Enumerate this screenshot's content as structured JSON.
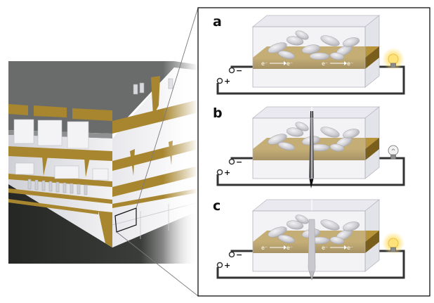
{
  "panels": [
    {
      "label": "a",
      "state": "intact",
      "bulb_lit": true,
      "electron_labels": [
        "e⁻",
        "e⁻",
        "e⁻",
        "e⁻"
      ]
    },
    {
      "label": "b",
      "state": "cracked",
      "bulb_lit": false,
      "electron_labels": []
    },
    {
      "label": "c",
      "state": "healed",
      "bulb_lit": true,
      "electron_labels": [
        "e⁻",
        "e⁻",
        "e⁻",
        "e⁻"
      ]
    }
  ],
  "terminals": {
    "negative": "−",
    "positive": "+"
  },
  "colors": {
    "gold": "#a8862f",
    "gold_dark": "#7a5f1c",
    "wire": "#333333",
    "bulb_glow": "#ffe27a",
    "bulb_off": "#cfcfcf",
    "building_wall": "#dcdde3",
    "building_roof": "#6b6b6b",
    "ground": "#2b2d2b"
  }
}
